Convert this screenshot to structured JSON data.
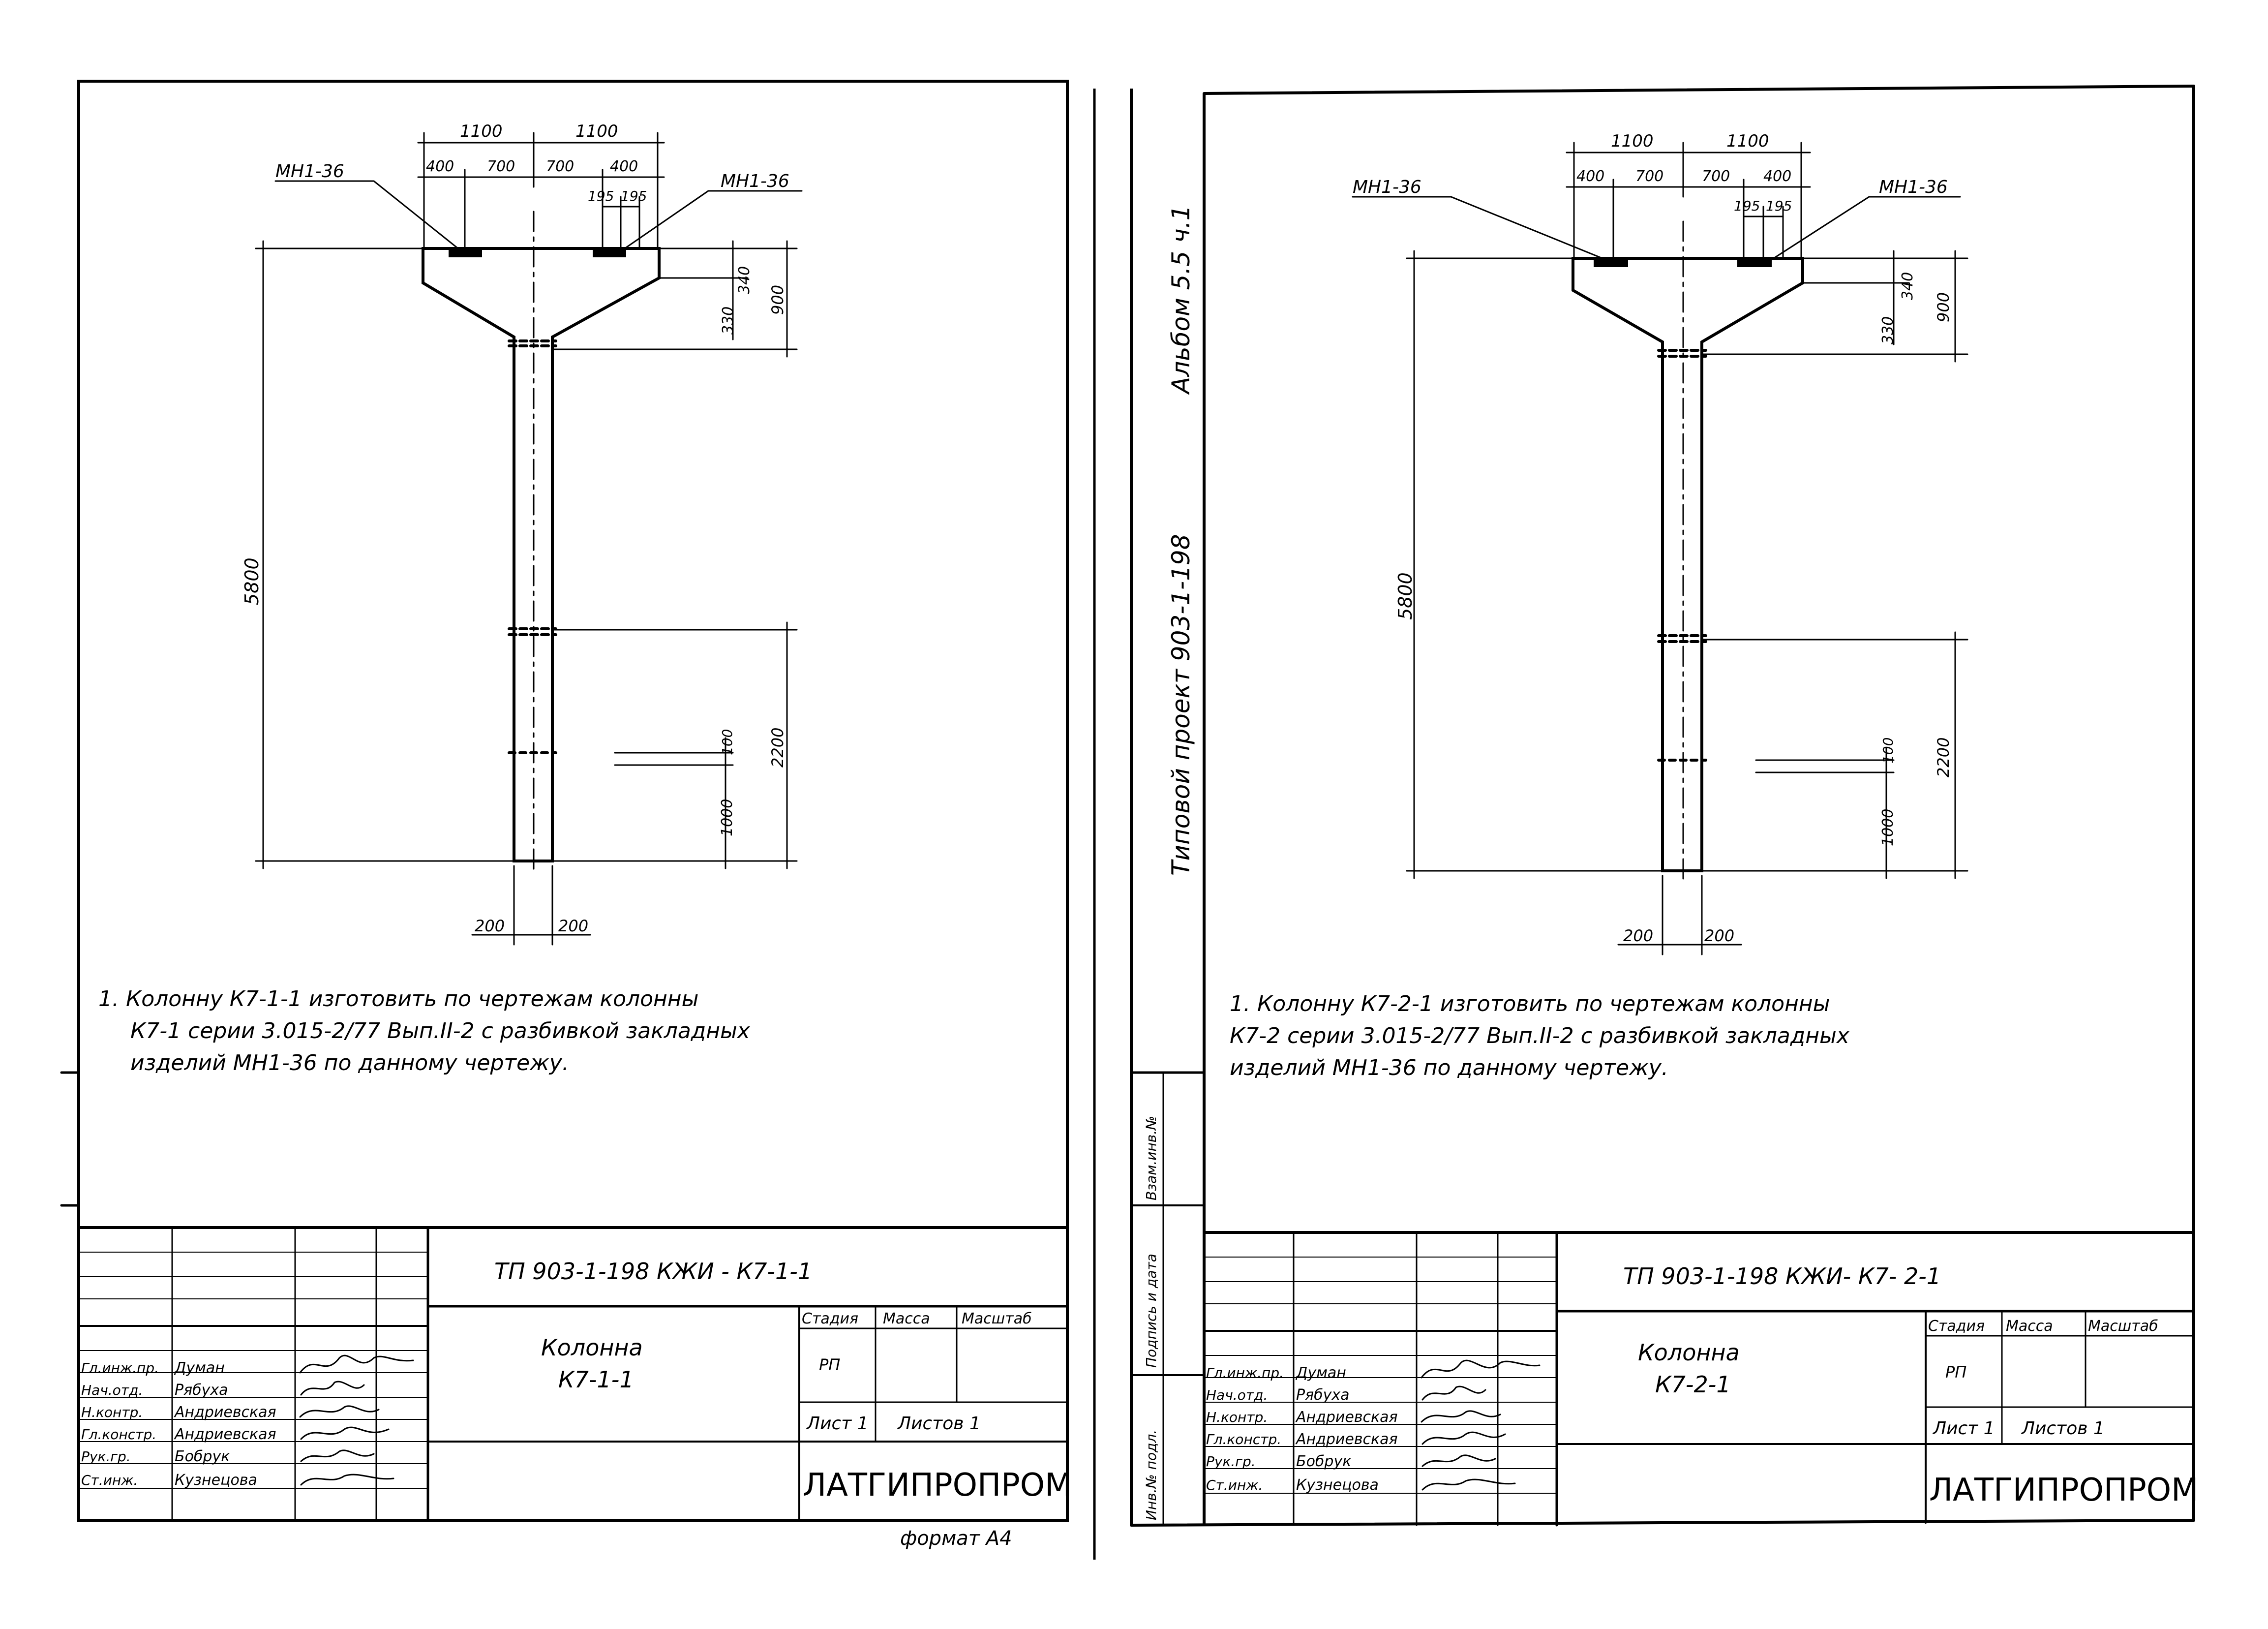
{
  "album_side": {
    "album": "Альбом 5.5 ч.1",
    "project": "Типовой проект 903-1-198"
  },
  "stamp_side": {
    "vzam": "Взам.инв.№",
    "signature": "Подпись и дата",
    "inv": "Инв.№ подл."
  },
  "sheets": [
    {
      "dims": {
        "top_left": "1100",
        "top_right": "1100",
        "sub_a": "400",
        "sub_b": "700",
        "sub_c": "700",
        "sub_d": "400",
        "sub_e": "195",
        "sub_f": "195",
        "v340": "340",
        "v330": "330",
        "v900": "900",
        "h5800": "5800",
        "h2200": "2200",
        "h100": "100",
        "h1000": "1000",
        "bot_left": "200",
        "bot_right": "200"
      },
      "label_left": "МН1-36",
      "label_right": "МН1-36",
      "note_1": "1. Колонну К7-1-1 изготовить по чертежам колонны",
      "note_2": "К7-1 серии 3.015-2/77 Вып.II-2 с разбивкой закладных",
      "note_3": "изделий МН1-36 по данному чертежу.",
      "code": "ТП 903-1-198 КЖИ - К7-1-1",
      "title_1": "Колонна",
      "title_2": "К7-1-1",
      "hdr_stage": "Стадия",
      "hdr_mass": "Масса",
      "hdr_scale": "Масштаб",
      "stage": "РП",
      "sheet": "Лист 1",
      "sheets": "Листов 1",
      "org": "ЛАТГИПРОПРОМ",
      "roles": [
        "Гл.инж.пр.",
        "Нач.отд.",
        "Н.контр.",
        "Гл.констр.",
        "Рук.гр.",
        "Ст.инж."
      ],
      "names": [
        "Думан",
        "Рябуха",
        "Андриевская",
        "Андриевская",
        "Бобрук",
        "Кузнецова"
      ],
      "format": "формат А4"
    },
    {
      "dims": {
        "top_left": "1100",
        "top_right": "1100",
        "sub_a": "400",
        "sub_b": "700",
        "sub_c": "700",
        "sub_d": "400",
        "sub_e": "195",
        "sub_f": "195",
        "v340": "340",
        "v330": "330",
        "v900": "900",
        "h5800": "5800",
        "h2200": "2200",
        "h100": "100",
        "h1000": "1000",
        "bot_left": "200",
        "bot_right": "200"
      },
      "label_left": "МН1-36",
      "label_right": "МН1-36",
      "note_1": "1. Колонну К7-2-1 изготовить по чертежам колонны",
      "note_2": "К7-2 серии 3.015-2/77 Вып.II-2 с разбивкой закладных",
      "note_3": "изделий МН1-36 по данному чертежу.",
      "code": "ТП 903-1-198 КЖИ- К7- 2-1",
      "title_1": "Колонна",
      "title_2": "К7-2-1",
      "hdr_stage": "Стадия",
      "hdr_mass": "Масса",
      "hdr_scale": "Масштаб",
      "stage": "РП",
      "sheet": "Лист 1",
      "sheets": "Листов 1",
      "org": "ЛАТГИПРОПРОМ",
      "roles": [
        "Гл.инж.пр.",
        "Нач.отд.",
        "Н.контр.",
        "Гл.констр.",
        "Рук.гр.",
        "Ст.инж."
      ],
      "names": [
        "Думан",
        "Рябуха",
        "Андриевская",
        "Андриевская",
        "Бобрук",
        "Кузнецова"
      ]
    }
  ]
}
